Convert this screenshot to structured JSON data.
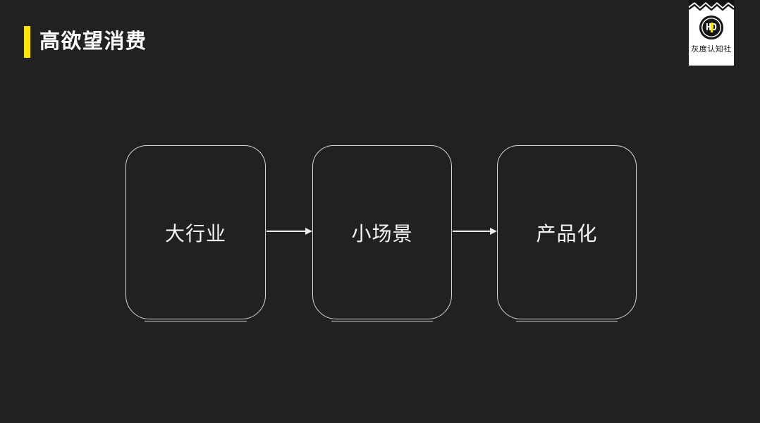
{
  "slide": {
    "title": "高欲望消费",
    "background_color": "#212121",
    "accent_color": "#FFE600",
    "text_color": "#FFFFFF"
  },
  "brand": {
    "name": "灰度认知社",
    "monogram": "HD"
  },
  "flow": {
    "nodes": [
      {
        "label": "大行业"
      },
      {
        "label": "小场景"
      },
      {
        "label": "产品化"
      }
    ]
  },
  "icons": {
    "arrow_right": "filled right-pointing triangle with line",
    "chevron_pattern": "black-white zigzag band",
    "hd_logo": "black circle monogram with yellow stripe"
  }
}
